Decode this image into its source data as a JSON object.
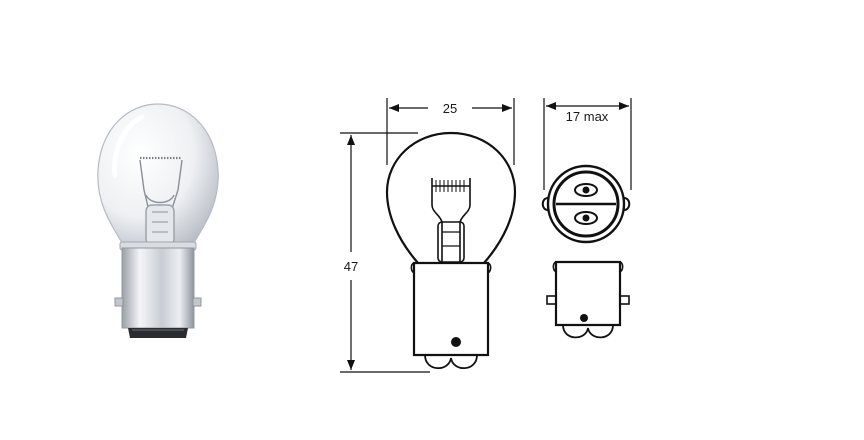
{
  "dimensions": {
    "width_label": "25",
    "base_width_label": "17 max",
    "height_label": "47"
  }
}
